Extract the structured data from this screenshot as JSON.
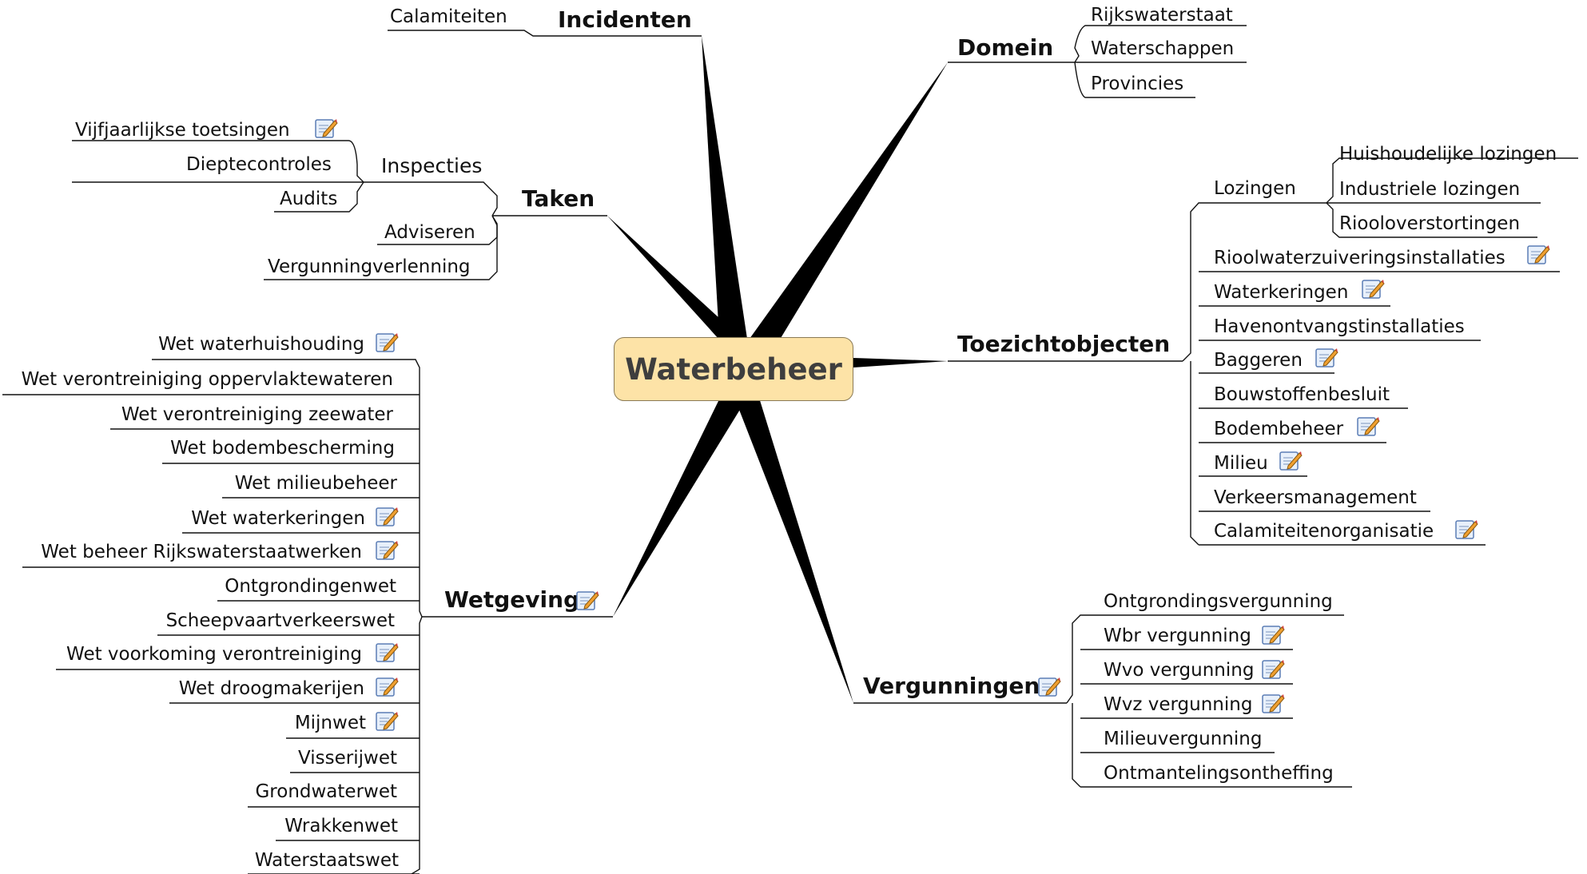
{
  "central": "Waterbeheer",
  "branches": {
    "incidenten": {
      "title": "Incidenten",
      "items": [
        "Calamiteiten"
      ]
    },
    "domein": {
      "title": "Domein",
      "items": [
        "Rijkswaterstaat",
        "Waterschappen",
        "Provincies"
      ]
    },
    "taken": {
      "title": "Taken",
      "inspecties": {
        "title": "Inspecties",
        "items": [
          "Vijfjaarlijkse toetsingen",
          "Dieptecontroles",
          "Audits"
        ]
      },
      "items": [
        "Adviseren",
        "Vergunningverlenning"
      ]
    },
    "toezicht": {
      "title": "Toezichtobjecten",
      "lozingen": {
        "title": "Lozingen",
        "items": [
          "Huishoudelijke lozingen",
          "Industriele lozingen",
          "Riooloverstortingen"
        ]
      },
      "items": [
        "Rioolwaterzuiveringsinstallaties",
        "Waterkeringen",
        "Havenontvangstinstallaties",
        "Baggeren",
        "Bouwstoffenbesluit",
        "Bodembeheer",
        "Milieu",
        "Verkeersmanagement",
        "Calamiteitenorganisatie"
      ]
    },
    "wetgeving": {
      "title": "Wetgeving",
      "items": [
        "Wet waterhuishouding",
        "Wet verontreiniging oppervlaktewateren",
        "Wet verontreiniging zeewater",
        "Wet bodembescherming",
        "Wet milieubeheer",
        "Wet waterkeringen",
        "Wet beheer Rijkswaterstaatwerken",
        "Ontgrondingenwet",
        "Scheepvaartverkeerswet",
        "Wet voorkoming verontreiniging",
        "Wet droogmakerijen",
        "Mijnwet",
        "Visserijwet",
        "Grondwaterwet",
        "Wrakkenwet",
        "Waterstaatswet"
      ]
    },
    "vergunningen": {
      "title": "Vergunningen",
      "items": [
        "Ontgrondingsvergunning",
        "Wbr vergunning",
        "Wvo vergunning",
        "Wvz vergunning",
        "Milieuvergunning",
        "Ontmantelingsontheffing"
      ]
    }
  },
  "colors": {
    "central_fill": "#fde3a7",
    "central_text": "#3e3e3e",
    "lines": "#111111",
    "icon_pencil": "#f0a030"
  },
  "icons": {
    "note": "note-pencil-icon"
  }
}
